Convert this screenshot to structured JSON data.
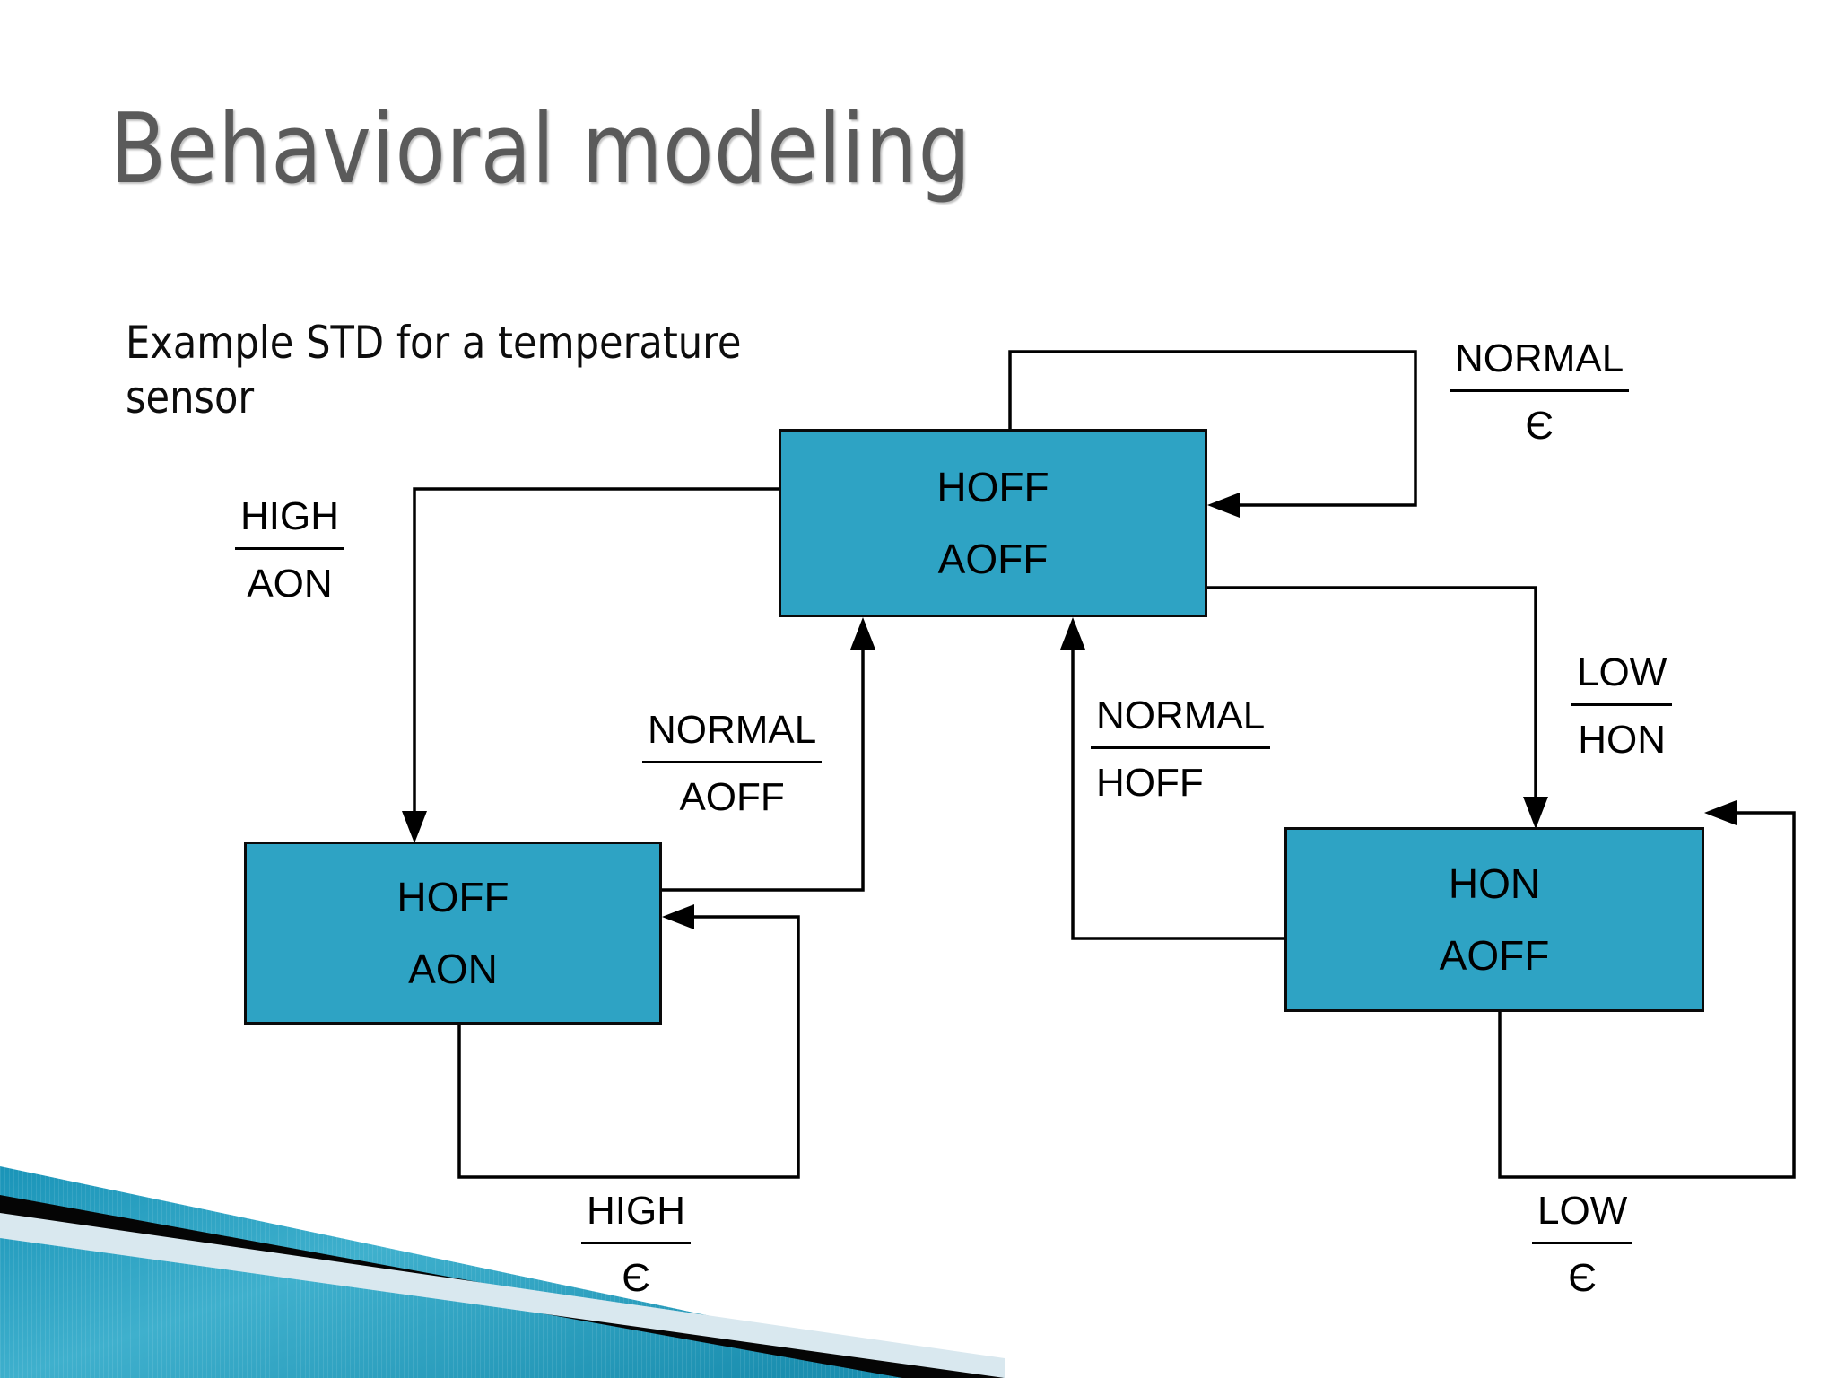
{
  "slide": {
    "title": "Behavioral modeling",
    "caption": "Example STD for a temperature sensor",
    "background_color": "#ffffff",
    "title_color": "#5a5a5a",
    "accent_color": "#2ea3c4"
  },
  "states": [
    {
      "id": "hoff-aoff",
      "line1": "HOFF",
      "line2": "AOFF"
    },
    {
      "id": "hoff-aon",
      "line1": "HOFF",
      "line2": "AON"
    },
    {
      "id": "hon-aoff",
      "line1": "HON",
      "line2": "AOFF"
    }
  ],
  "transitions": [
    {
      "id": "normal-eps",
      "condition": "NORMAL",
      "action": "Є"
    },
    {
      "id": "high-aon",
      "condition": "HIGH",
      "action": "AON"
    },
    {
      "id": "normal-aoff",
      "condition": "NORMAL",
      "action": "AOFF"
    },
    {
      "id": "normal-hoff",
      "condition": "NORMAL",
      "action": "HOFF"
    },
    {
      "id": "low-hon",
      "condition": "LOW",
      "action": "HON"
    },
    {
      "id": "high-eps",
      "condition": "HIGH",
      "action": "Є"
    },
    {
      "id": "low-eps",
      "condition": "LOW",
      "action": "Є"
    }
  ]
}
